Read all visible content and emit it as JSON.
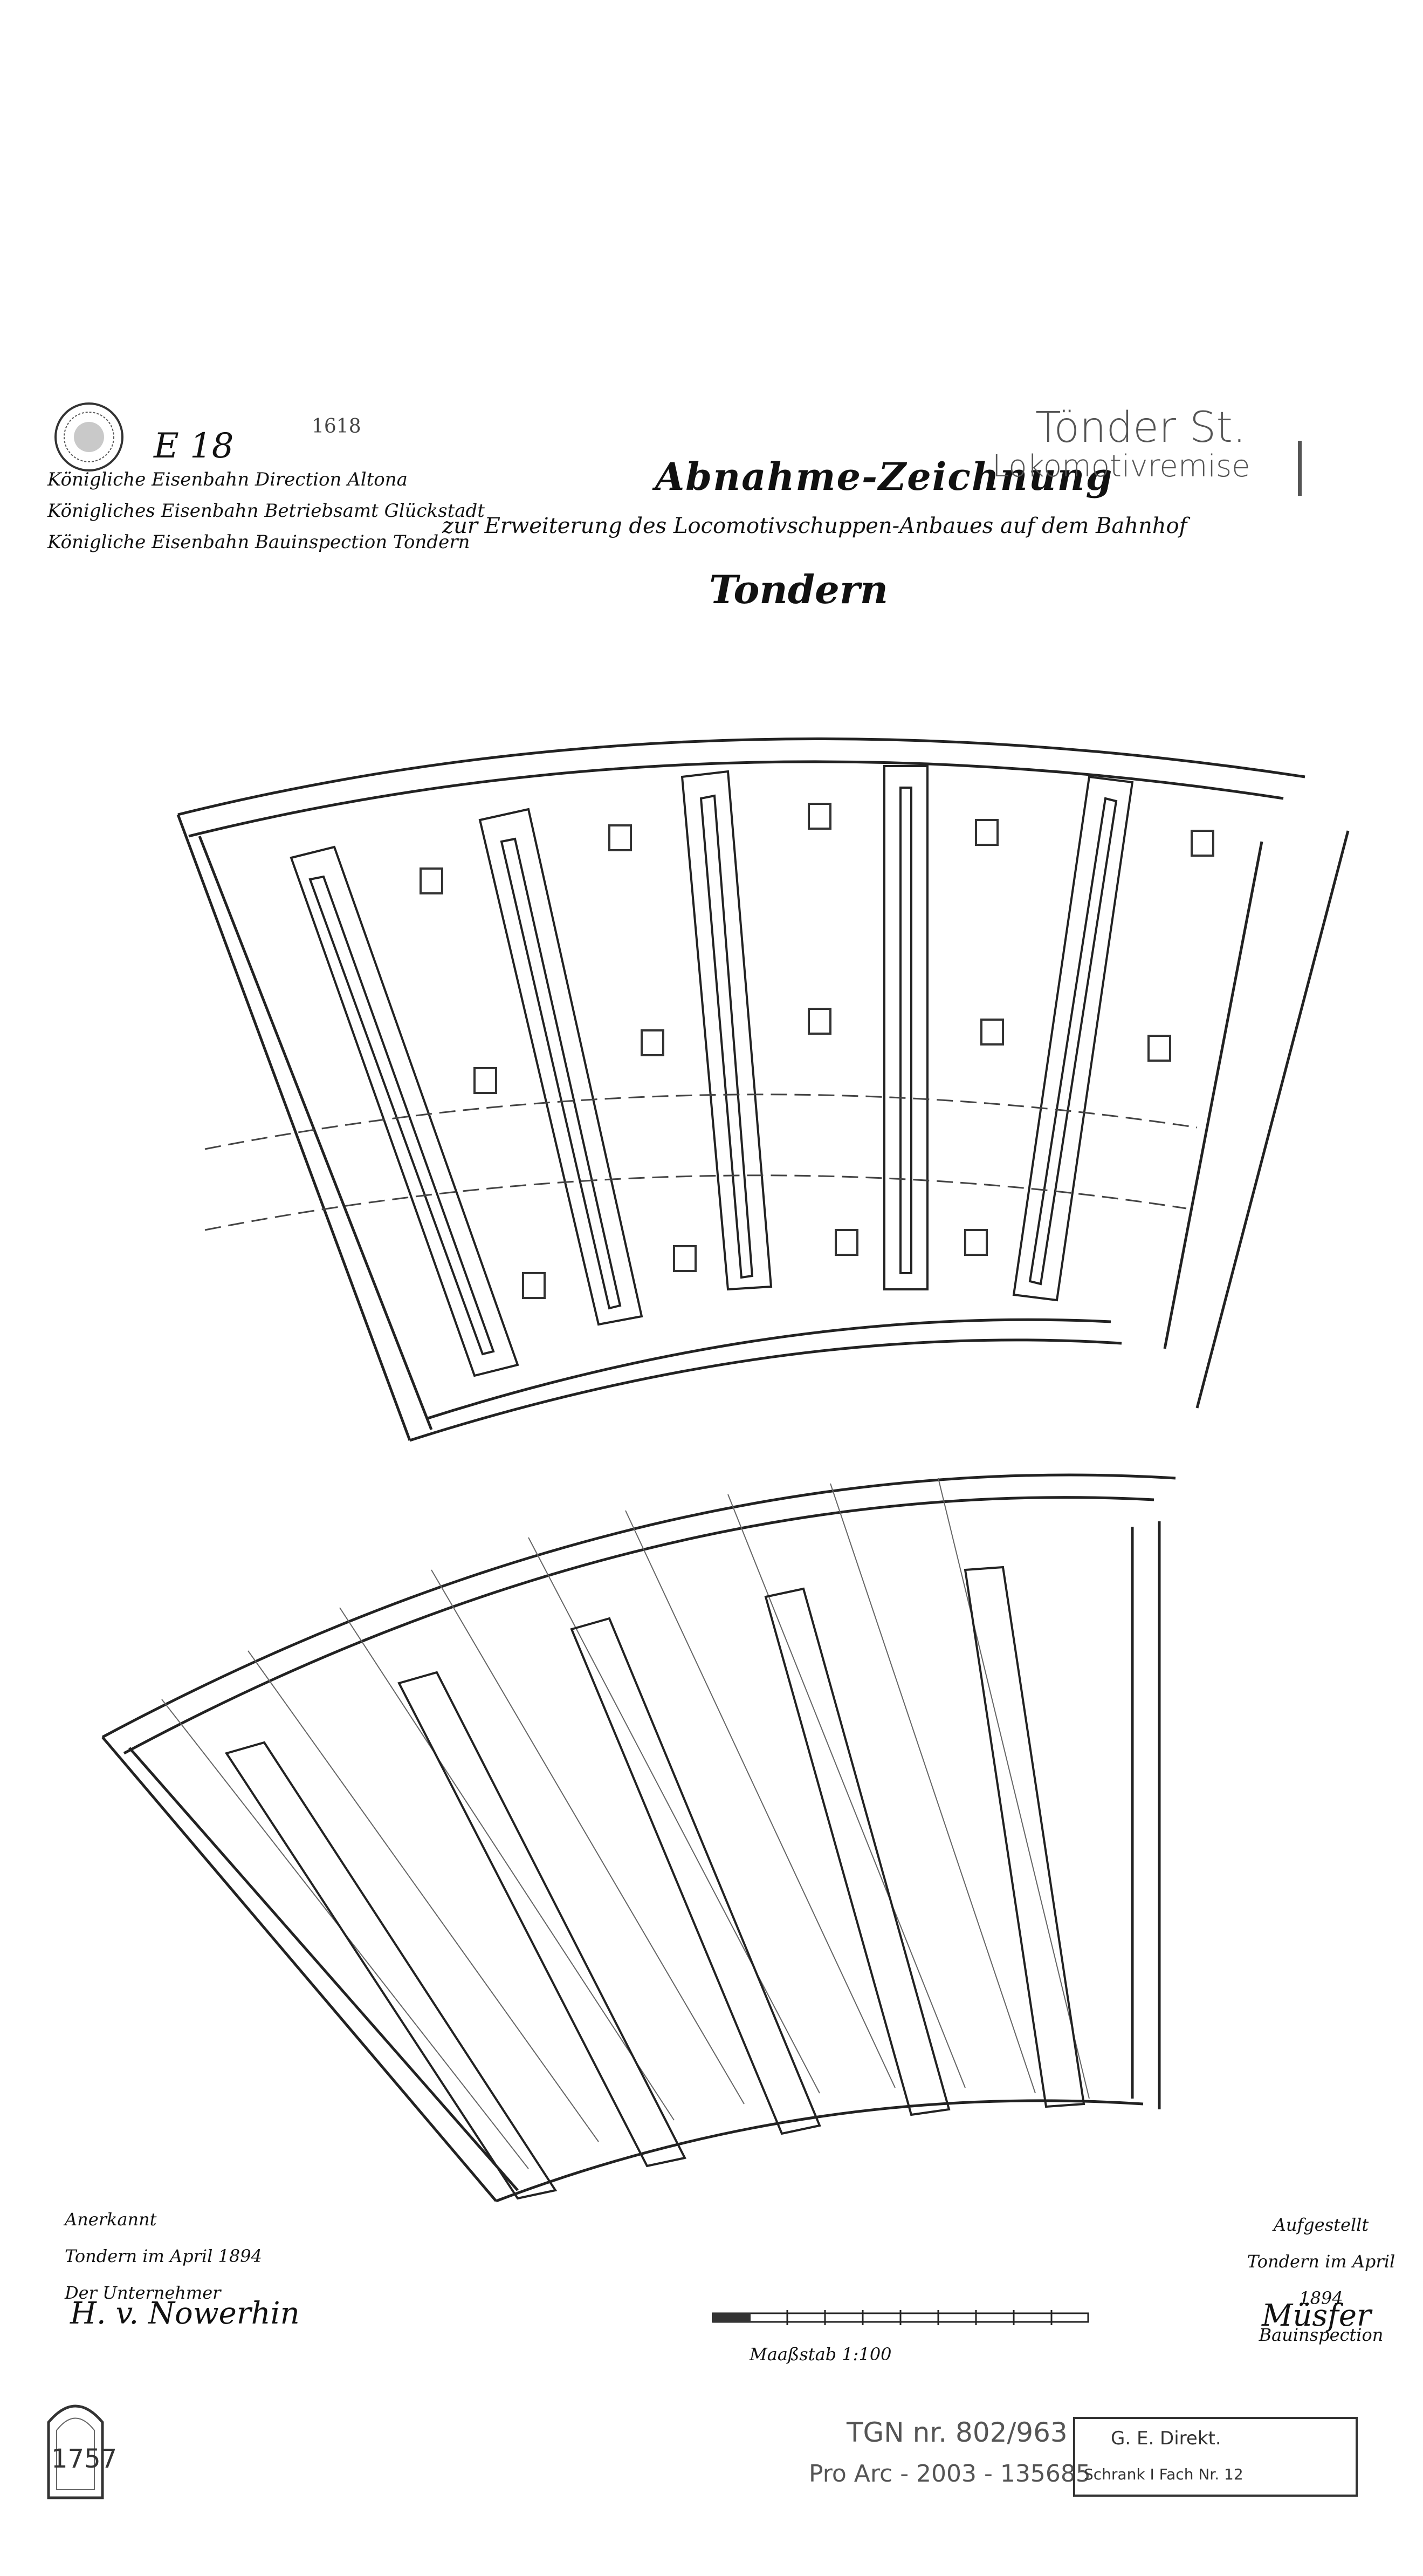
{
  "header": {
    "authority_lines": [
      "Königliche Eisenbahn Direction Altona",
      "Königliches Eisenbahn Betriebsamt Glückstadt",
      "Königliche Eisenbahn Bauinspection Tondern"
    ],
    "archive_number": "E 18",
    "inventory_number": "1618",
    "title": "Abnahme-Zeichnung",
    "subtitle": "zur Erweiterung des Locomotivschuppen-Anbaues auf dem Bahnhof",
    "place": "Tondern",
    "reference_station": "Tönder St.",
    "reference_type": "Lokomotivremise",
    "reference_volume": "I"
  },
  "footer": {
    "left_lines": [
      "Anerkannt",
      "Tondern im April 1894",
      "Der Unternehmer"
    ],
    "left_signature": "H. v. Nowerhin",
    "right_lines": [
      "Aufgestellt",
      "Tondern im April 1894",
      "Bauinspection"
    ],
    "right_signature": "Müsfer",
    "scale_label": "Maaßstab 1:100",
    "archive_tgn": "TGN nr. 802/963",
    "archive_pro": "Pro Arc - 2003 - 135685",
    "stamp_line1": "G. E. Direkt.",
    "stamp_line2": "Schrank I Fach Nr. 12",
    "crest_number": "1757"
  }
}
